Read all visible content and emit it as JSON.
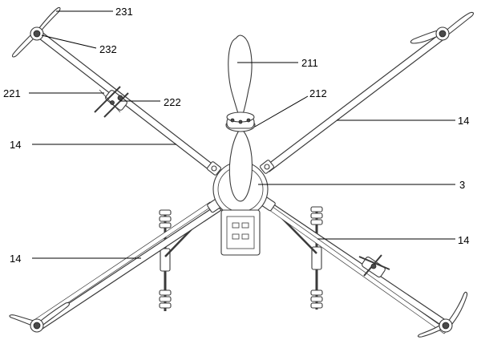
{
  "labels": {
    "l231": "231",
    "l232": "232",
    "l211": "211",
    "l212": "212",
    "l221": "221",
    "l222": "222",
    "l14_left_upper": "14",
    "l14_right_upper": "14",
    "l14_left_lower": "14",
    "l14_right_lower": "14",
    "l3": "3"
  }
}
